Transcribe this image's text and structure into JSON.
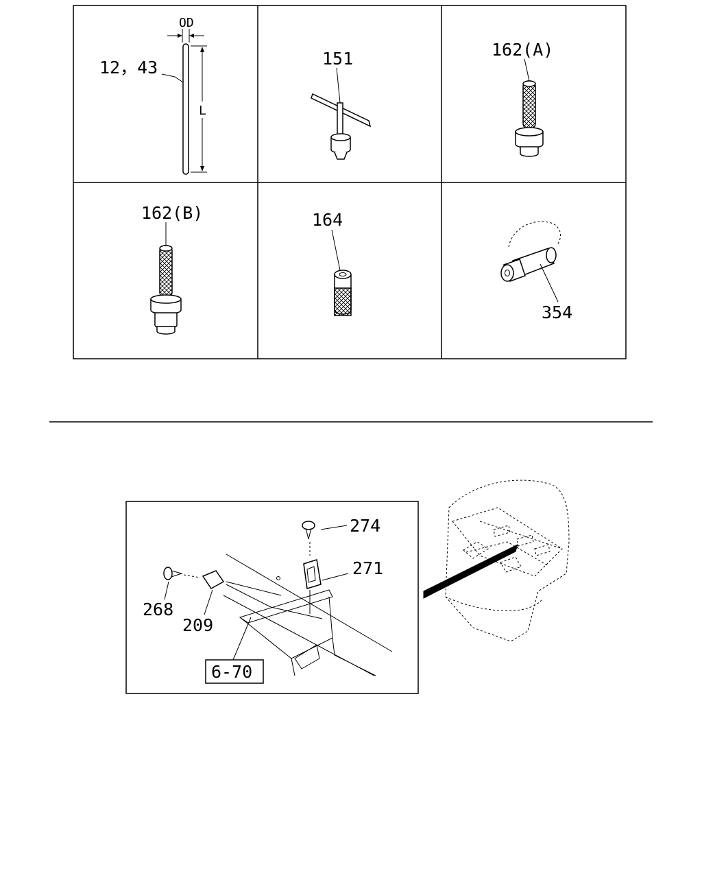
{
  "parts_grid": {
    "cells": [
      {
        "callout": "12，43",
        "dimension_labels": [
          "OD",
          "L"
        ],
        "part": "rod"
      },
      {
        "callout": "151",
        "part": "t-handle-tool"
      },
      {
        "callout": "162(A)",
        "part": "bolt-a"
      },
      {
        "callout": "162(B)",
        "part": "bolt-b"
      },
      {
        "callout": "164",
        "part": "knurled-sleeve"
      },
      {
        "callout": "354",
        "part": "cap-with-chain"
      }
    ]
  },
  "assembly": {
    "callouts": [
      "274",
      "271",
      "268",
      "209"
    ],
    "reference": "6-70"
  }
}
